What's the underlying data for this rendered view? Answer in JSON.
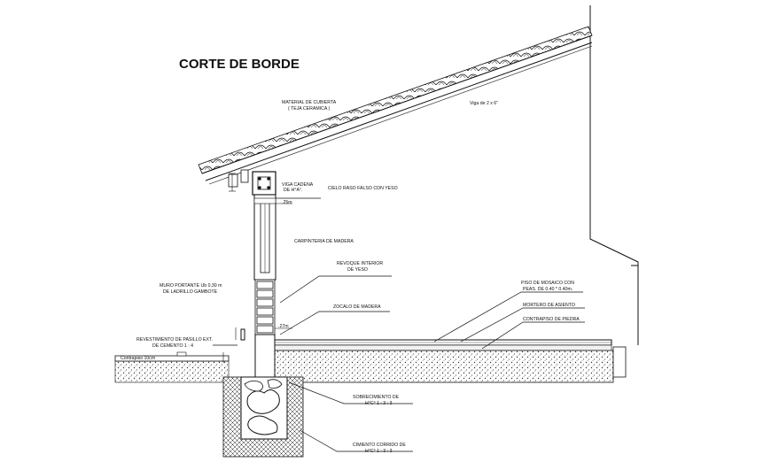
{
  "title": "CORTE DE BORDE",
  "labels": {
    "roof_material_1": "MATERIAL DE CUBIERTA",
    "roof_material_2": "( TEJA CERAMICA )",
    "beam": "Viga de 2 x 6\"",
    "tie_beam_1": "VIGA CADENA",
    "tie_beam_2": "DE H°A°.",
    "ceiling": "CIELO RASO FALSO CON YESO",
    "dim_25": ".25m",
    "carpentry": "CARPINTERIA DE MADERA",
    "plaster_1": "REVOQUE INTERIOR",
    "plaster_2": "DE YESO",
    "wall_1": "MURO PORTANTE Ub 0.30 m",
    "wall_2": "DE LADRILLO GAMBOTE",
    "skirting": "ZOCALO DE MADERA",
    "floor_1": "PISO DE MOSAICO CON",
    "floor_2": "PEAS. DE 0.40 * 0.40m.",
    "mortar": "MORTERO DE ASIENTO",
    "subfloor": "CONTRAPISO DE PIEDRA",
    "hall_1": "REVESTIMIENTO DE PASILLO EXT.",
    "hall_2": "DE CEMENTO    1 : 4",
    "contrapiso": "Contrapiso 10cm",
    "dim_27": ".27m",
    "plinth_1": "SOBRECIMIENTO DE",
    "plinth_2": "H°C°    1 : 3 : 3",
    "foundation_1": "CIMIENTO CORRIDO DE",
    "foundation_2": "H°C°    1 : 3 : 3"
  },
  "colors": {
    "line": "#111111",
    "fill_light": "#f2f2f2"
  }
}
